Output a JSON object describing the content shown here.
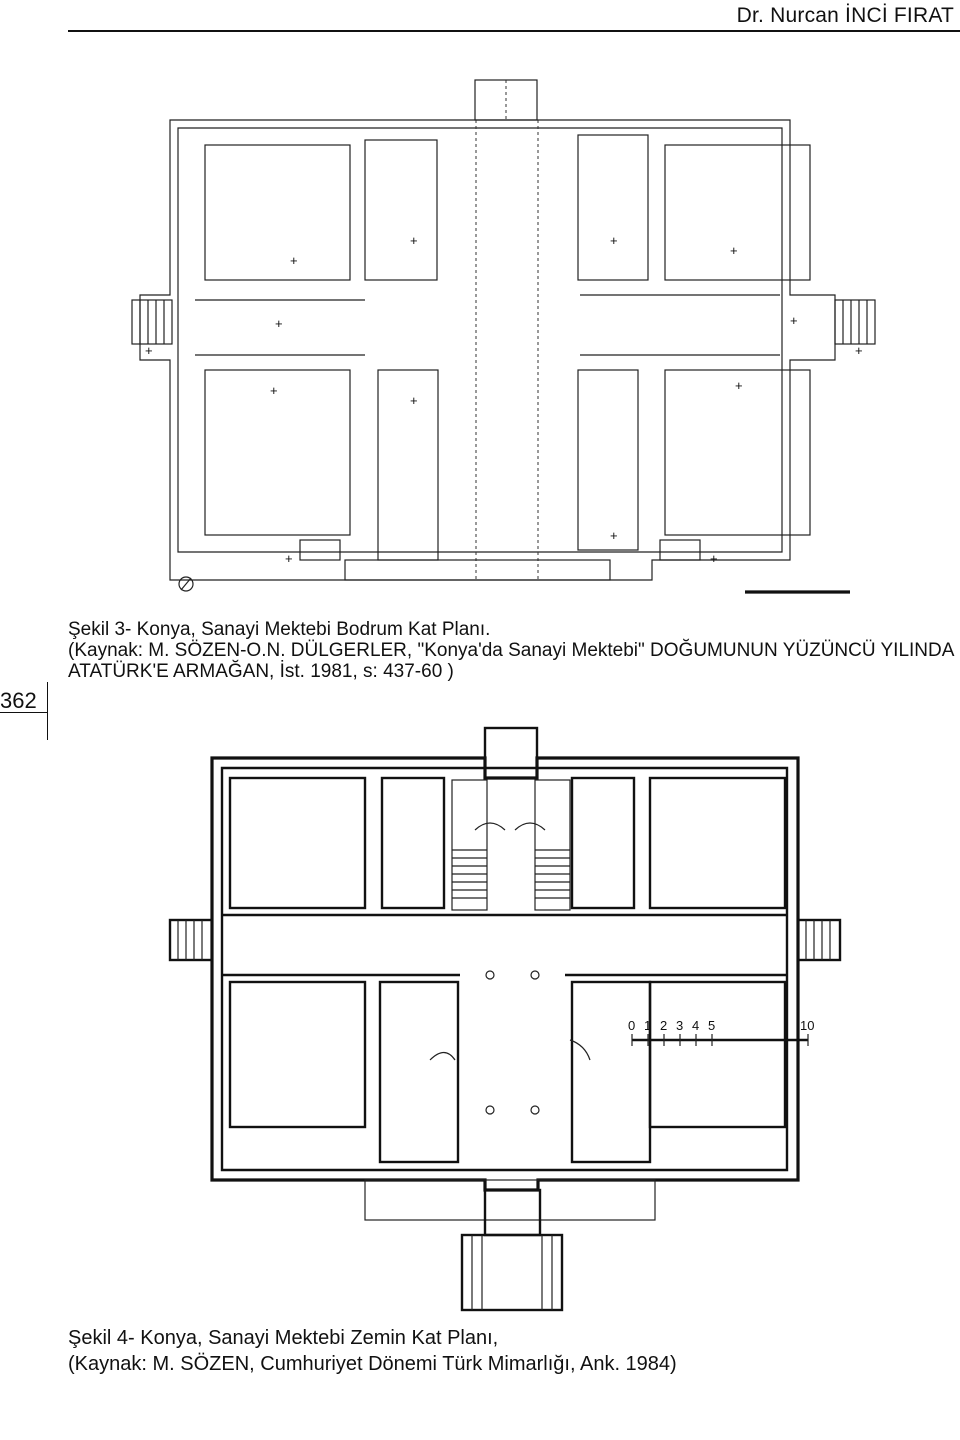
{
  "header": {
    "author": "Dr. Nurcan İNCİ FIRAT"
  },
  "page_number": "362",
  "figure3": {
    "caption_lines": [
      "Şekil 3-  Konya, Sanayi Mektebi Bodrum Kat Planı.",
      "(Kaynak:  M.  SÖZEN-O.N.  DÜLGERLER, \"Konya'da  Sanayi  Mektebi\"  DOĞUMUNUN  YÜZÜNCÜ  YILINDA",
      "ATATÜRK'E ARMAĞAN,  İst. 1981, s: 437-60 )"
    ]
  },
  "figure4": {
    "scale_labels": [
      "0",
      "1",
      "2",
      "3",
      "4",
      "5",
      "10"
    ],
    "caption_lines": [
      "Şekil 4-  Konya, Sanayi Mektebi Zemin Kat Planı,",
      "(Kaynak: M. SÖZEN, Cumhuriyet Dönemi Türk Mimarlığı,  Ank. 1984)"
    ]
  }
}
